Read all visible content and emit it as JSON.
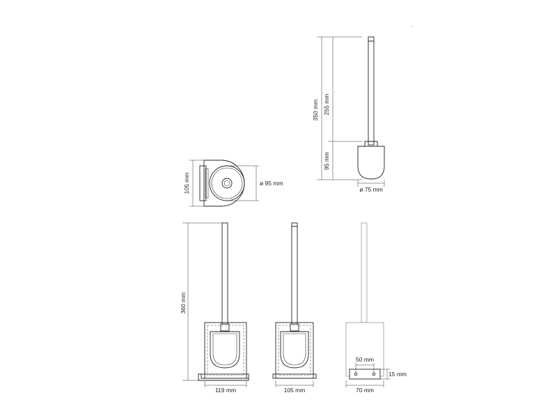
{
  "labels": {
    "brush_length": "255 mm",
    "total_brush_height": "350 mm",
    "brush_head_height": "95 mm",
    "brush_head_diameter": "ø 75 mm",
    "top_view_depth": "105 mm",
    "top_view_diameter": "ø 95 mm",
    "total_height": "360 mm",
    "side_width": "119 mm",
    "front_width": "105 mm",
    "back_width": "70 mm",
    "mount_spacing": "50 mm",
    "mount_height": "15 mm"
  }
}
